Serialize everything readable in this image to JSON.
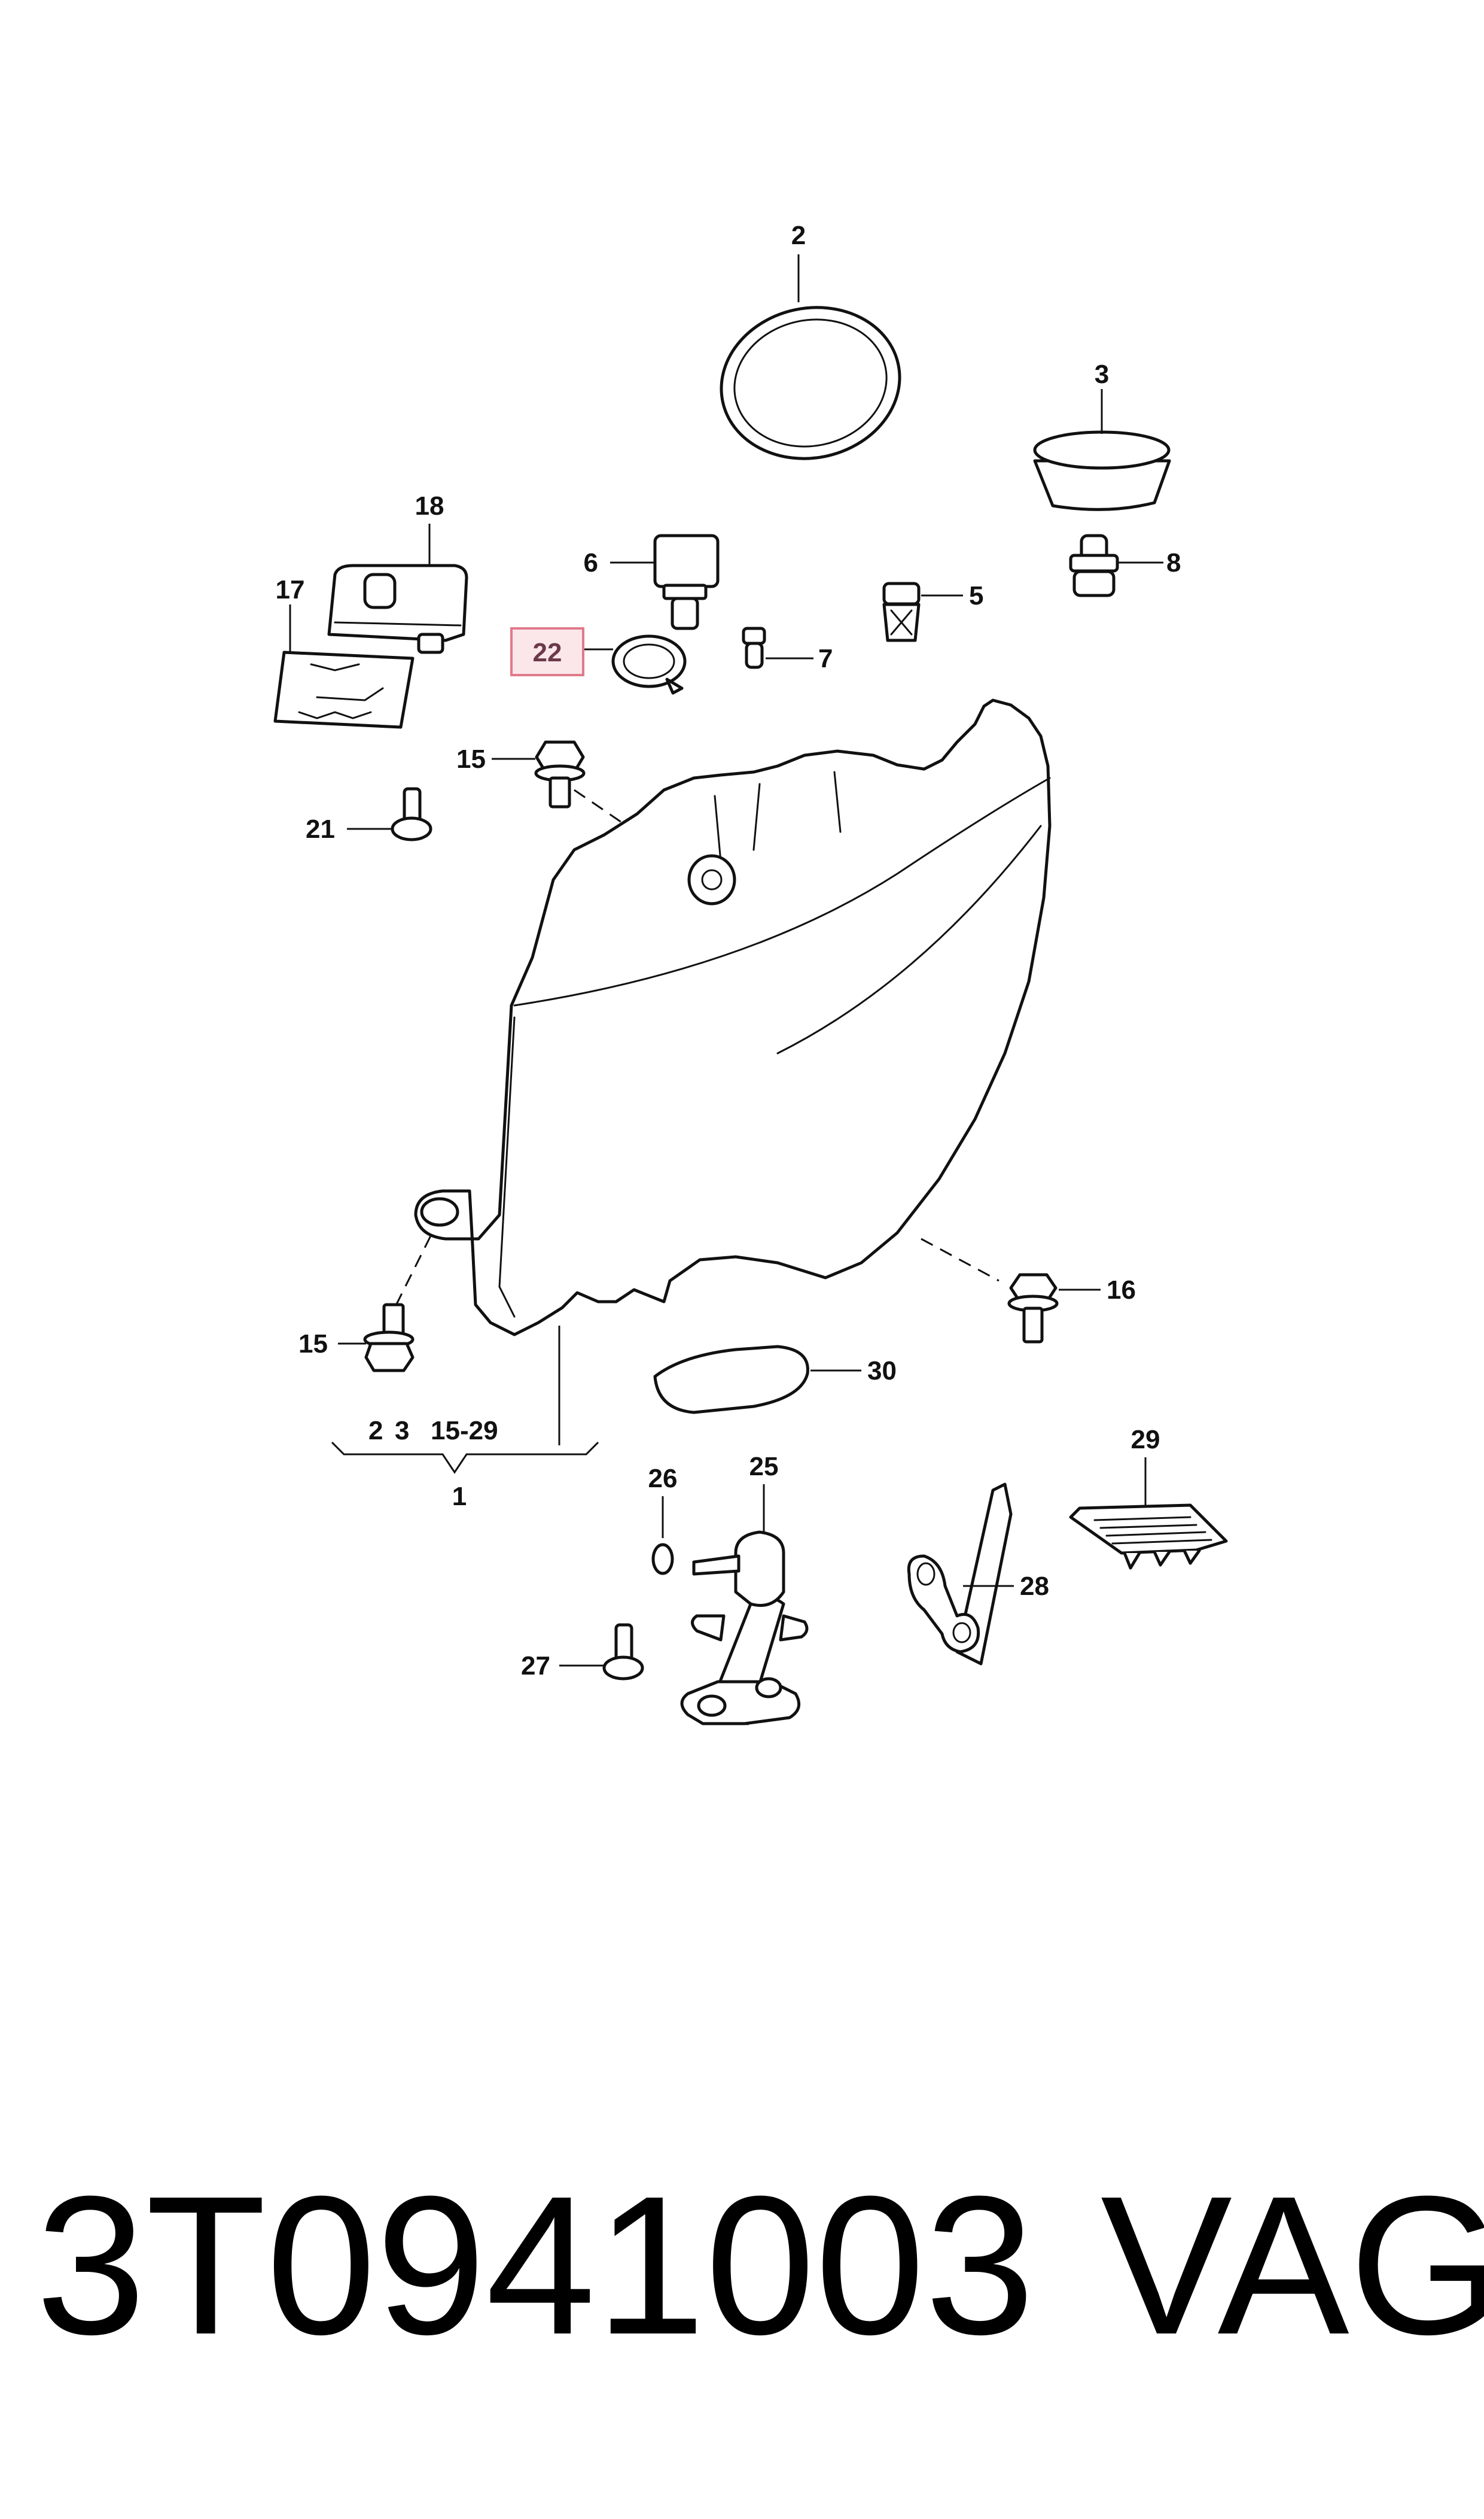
{
  "callouts": {
    "c1": "1",
    "c2": "2",
    "c3": "3",
    "c5": "5",
    "c6": "6",
    "c7": "7",
    "c8": "8",
    "c15a": "15",
    "c15b": "15",
    "c16": "16",
    "c17": "17",
    "c18": "18",
    "c21": "21",
    "c22": "22",
    "c25": "25",
    "c26": "26",
    "c27": "27",
    "c28": "28",
    "c29": "29",
    "c30": "30"
  },
  "group_label": {
    "a": "2",
    "b": "3",
    "c": "15-29"
  },
  "highlight": {
    "callout": "22",
    "color": "#e07a8a",
    "fill": "#fbe7ea"
  },
  "footer": {
    "part_number": "3T0941003",
    "brand": "VAG"
  }
}
